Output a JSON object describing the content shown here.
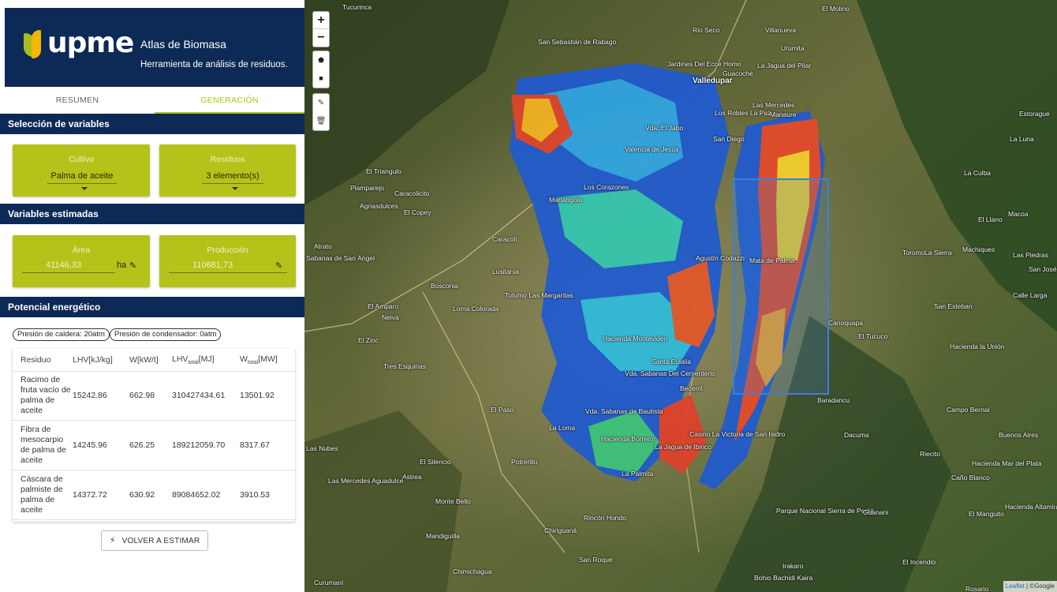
{
  "header": {
    "logo_text": "upme",
    "title": "Atlas de Biomasa",
    "subtitle": "Herramienta de análisis de residuos."
  },
  "tabs": [
    {
      "label": "RESUMEN",
      "active": false
    },
    {
      "label": "GENERACIÓN",
      "active": true
    }
  ],
  "sections": {
    "variables": "Selección de variables",
    "estimadas": "Variables estimadas",
    "potencial": "Potencial energético"
  },
  "selectors": {
    "cultivo": {
      "label": "Cultivo",
      "value": "Palma de aceite"
    },
    "residuos": {
      "label": "Residuos",
      "value": "3 elemento(s)"
    }
  },
  "estimates": {
    "area": {
      "label": "Área",
      "value": "41146,33",
      "unit": "ha"
    },
    "produccion": {
      "label": "Producción",
      "value": "110681,73"
    }
  },
  "chips": {
    "caldera": "Presión de caldera: 20atm",
    "condensador": "Presión de condensador: 0atm"
  },
  "table": {
    "headers": {
      "residuo": "Residuo",
      "lhv": "LHV[kJ/kg]",
      "w": "W[kW/t]",
      "lhv_total_base": "LHV",
      "lhv_total_sub": "total",
      "lhv_total_unit": "[MJ]",
      "w_total_base": "W",
      "w_total_sub": "total",
      "w_total_unit": "[MW]"
    },
    "rows": [
      {
        "residuo": "Racimo de fruta vacío de palma de aceite",
        "lhv": "15242.86",
        "w": "662.98",
        "lhv_total": "310427434.61",
        "w_total": "13501.92"
      },
      {
        "residuo": "Fibra de mesocarpio de palma de aceite",
        "lhv": "14245.96",
        "w": "626.25",
        "lhv_total": "189212059.70",
        "w_total": "8317.67"
      },
      {
        "residuo": "Cáscara de palmiste de palma de aceite",
        "lhv": "14372.72",
        "w": "630.92",
        "lhv_total": "89084652.02",
        "w_total": "3910.53"
      }
    ]
  },
  "actions": {
    "recalc": "VOLVER A ESTIMAR"
  },
  "map": {
    "zoom_in": "+",
    "zoom_out": "−",
    "places": [
      {
        "name": "Tucurinca"
      },
      {
        "name": "Rio Seco"
      },
      {
        "name": "Villanueva"
      },
      {
        "name": "El Molino"
      },
      {
        "name": "Urumita"
      },
      {
        "name": "San Sebastián de Rabago"
      },
      {
        "name": "Jardines Del Ecce Homo"
      },
      {
        "name": "La Jagua del Pilar"
      },
      {
        "name": "Guacoche"
      },
      {
        "name": "Valledupar"
      },
      {
        "name": "Las Mercedes"
      },
      {
        "name": "Manaure"
      },
      {
        "name": "Los Robles La Paz"
      },
      {
        "name": "San Diego"
      },
      {
        "name": "Vda. El Jabo"
      },
      {
        "name": "Valencia de Jesús"
      },
      {
        "name": "El Triangulo"
      },
      {
        "name": "Plamparejo"
      },
      {
        "name": "Caracolicito"
      },
      {
        "name": "Agriasdulces"
      },
      {
        "name": "El Copey"
      },
      {
        "name": "Los Corazones"
      },
      {
        "name": "Mariangola"
      },
      {
        "name": "Caracolí"
      },
      {
        "name": "Atrato"
      },
      {
        "name": "Sabanas de San Ángel"
      },
      {
        "name": "Lusitania"
      },
      {
        "name": "Bosconia"
      },
      {
        "name": "Totumo Las Margaritas"
      },
      {
        "name": "El Amparo"
      },
      {
        "name": "Neiva"
      },
      {
        "name": "Loma Colorada"
      },
      {
        "name": "El Zinc"
      },
      {
        "name": "Tres Esquinas"
      },
      {
        "name": "Hacienda Montevideo"
      },
      {
        "name": "Santa Eulalia"
      },
      {
        "name": "Vda. Sabanas Del Cementerio"
      },
      {
        "name": "El Paso"
      },
      {
        "name": "La Loma"
      },
      {
        "name": "Vda. Sabanas de Bautista"
      },
      {
        "name": "Hacienda Borrero"
      },
      {
        "name": "La Jagua de Ibirico"
      },
      {
        "name": "Casirio La Victoria de San Isidro"
      },
      {
        "name": "Las Nubes"
      },
      {
        "name": "El Silencio"
      },
      {
        "name": "Potrerillo"
      },
      {
        "name": "Las Mercedes Aguadulce"
      },
      {
        "name": "Astrea"
      },
      {
        "name": "La Palmita"
      },
      {
        "name": "Monte Bello"
      },
      {
        "name": "Rincón Hondo"
      },
      {
        "name": "Chiriguaná"
      },
      {
        "name": "Mandiguilla"
      },
      {
        "name": "San Roque"
      },
      {
        "name": "Chimichagua"
      },
      {
        "name": "Parque Nacional Sierra de Perijá"
      },
      {
        "name": "Guanani"
      },
      {
        "name": "Dacuma"
      },
      {
        "name": "Baradancu"
      },
      {
        "name": "Canoquapa"
      },
      {
        "name": "El Tucuco"
      },
      {
        "name": "Estorague"
      },
      {
        "name": "La Luna"
      },
      {
        "name": "La Culba"
      },
      {
        "name": "El Llano"
      },
      {
        "name": "Macoa"
      },
      {
        "name": "Toromo"
      },
      {
        "name": "La Sierra"
      },
      {
        "name": "Machiques"
      },
      {
        "name": "Las Piedras"
      },
      {
        "name": "San José"
      },
      {
        "name": "Calle Larga"
      },
      {
        "name": "San Esteban"
      },
      {
        "name": "Hacienda la Unión"
      },
      {
        "name": "Campo Bernal"
      },
      {
        "name": "Buenos Aires"
      },
      {
        "name": "Riecito"
      },
      {
        "name": "Hacienda Mar del Plata"
      },
      {
        "name": "Caño Blanco"
      },
      {
        "name": "El Manguito"
      },
      {
        "name": "Hacienda Altamira"
      },
      {
        "name": "El Incendio"
      },
      {
        "name": "Rosario"
      },
      {
        "name": "Irakaro"
      },
      {
        "name": "Bohio Bachidi Kaira"
      },
      {
        "name": "Curumaní"
      },
      {
        "name": "Mata de Palma"
      },
      {
        "name": "Agustín Codazzi"
      },
      {
        "name": "Becerril"
      }
    ],
    "attribution_leaflet": "Leaflet",
    "attribution_rest": "| ©Google"
  }
}
